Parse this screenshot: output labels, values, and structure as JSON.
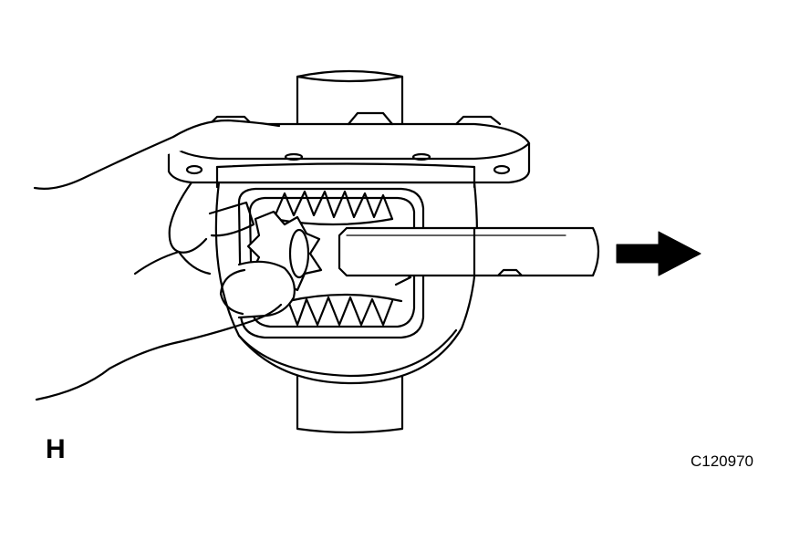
{
  "figure": {
    "step_letter": "H",
    "code": "C120970",
    "subject": "differential-case-with-pinion-shaft",
    "direction_icon": "arrow-right-icon",
    "line_color": "#000000",
    "background_color": "#ffffff"
  }
}
